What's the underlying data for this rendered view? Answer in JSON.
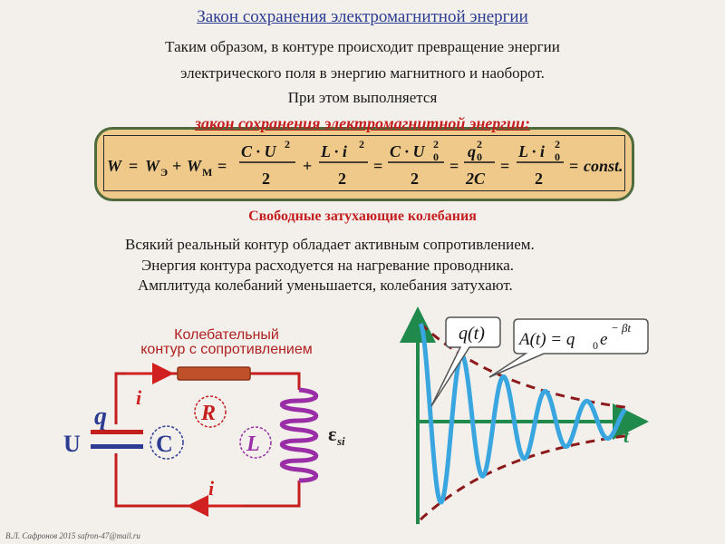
{
  "title": "Закон сохранения электромагнитной энергии",
  "intro": {
    "line1": "Таким образом, в контуре происходит превращение энергии",
    "line2": "электрического поля в энергию магнитного и наоборот.",
    "line3": "При этом выполняется",
    "law_label": "закон сохранения электромагнитной энергии:"
  },
  "formula": {
    "w": "W",
    "eq": "=",
    "we": "W",
    "we_sub": "Э",
    "plus": "+",
    "wm": "W",
    "wm_sub": "M",
    "f1_num": "C · U",
    "f1_exp": "2",
    "two": "2",
    "f2_num": "L · i",
    "f2_exp": "2",
    "f3_num": "C · U",
    "f3_sub": "0",
    "f3_exp": "2",
    "f4_num": "q",
    "f4_sub": "0",
    "f4_exp": "2",
    "f4_den": "2C",
    "f5_num": "L · i",
    "f5_sub": "0",
    "f5_exp": "2",
    "const": "const."
  },
  "damped": {
    "heading": "Свободные затухающие колебания",
    "line1": "Всякий реальный контур обладает активным сопротивлением.",
    "line2": "Энергия контура расходуется на нагревание проводника.",
    "line3": "Амплитуда колебаний уменьшается, колебания затухают."
  },
  "circuit": {
    "title_line1": "Колебательный",
    "title_line2": "контур с сопротивлением",
    "label_i_top": "i",
    "label_i_bottom": "i",
    "label_q": "q",
    "label_u": "U",
    "label_c": "C",
    "label_r": "R",
    "label_l": "L",
    "label_emf": "ε",
    "label_emf_sub": "si"
  },
  "graph": {
    "callout_q": "q(t)",
    "callout_a": "A(t) = q",
    "callout_a_sub": "0",
    "callout_a_e": "e",
    "callout_a_exp": "− βt",
    "axis_t": "t"
  },
  "footer": "В.Л. Сафронов 2015 safron-47@mail.ru",
  "colors": {
    "background": "#f3f0ec",
    "title_blue": "#2b3c92",
    "accent_red": "#c41e1e",
    "formula_fill": "#eec98a",
    "formula_border": "#4f6b3e",
    "axis_green": "#1f8a4c",
    "wave_blue": "#3aa6e0",
    "coil_purple": "#9a2ea6",
    "resistor": "#c0502a",
    "envelope": "#8c1a1a",
    "capacitor_blue": "#2b3c92"
  }
}
